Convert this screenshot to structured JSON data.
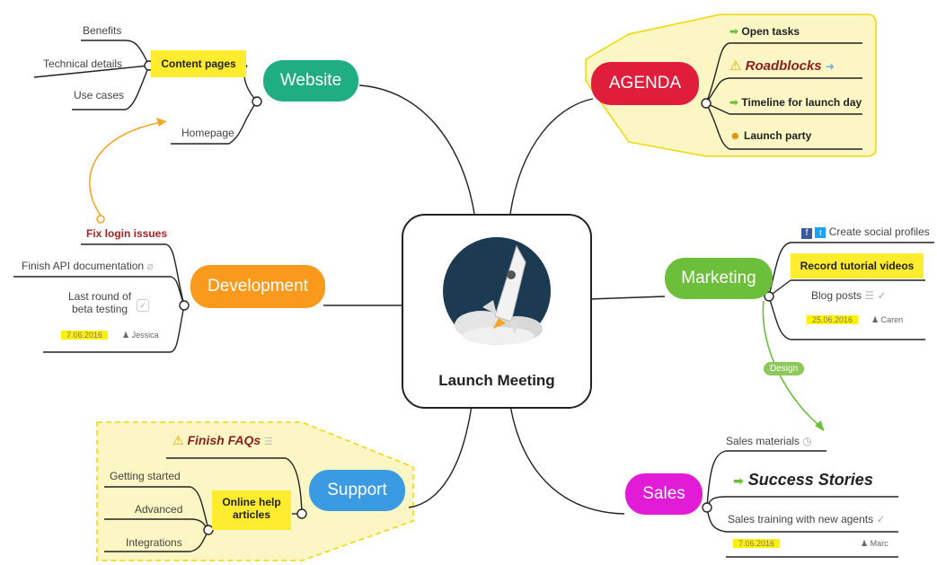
{
  "center": {
    "title": "Launch Meeting"
  },
  "website": {
    "label": "Website",
    "content_pages": "Content pages",
    "benefits": "Benefits",
    "technical": "Technical details",
    "use_cases": "Use cases",
    "homepage": "Homepage"
  },
  "agenda": {
    "label": "AGENDA",
    "open_tasks": "Open tasks",
    "roadblocks": "Roadblocks",
    "timeline": "Timeline for launch day",
    "party": "Launch party"
  },
  "development": {
    "label": "Development",
    "fix_login": "Fix login issues",
    "finish_api": "Finish API documentation",
    "last_round_1": "Last round of",
    "last_round_2": "beta testing",
    "date": "7.06.2016",
    "assignee": "Jessica"
  },
  "marketing": {
    "label": "Marketing",
    "social": "Create social profiles",
    "record": "Record tutorial videos",
    "blog": "Blog posts",
    "date": "25.06.2016",
    "assignee": "Caren",
    "design": "Design"
  },
  "support": {
    "label": "Support",
    "faqs": "Finish FAQs",
    "online_1": "Online help",
    "online_2": "articles",
    "getting_started": "Getting started",
    "advanced": "Advanced",
    "integrations": "Integrations"
  },
  "sales": {
    "label": "Sales",
    "materials": "Sales materials",
    "success": "Success Stories",
    "training": "Sales training with new agents",
    "date": "7.06.2016",
    "assignee": "Marc"
  },
  "colors": {
    "website": "#1fae7f",
    "agenda": "#e01e3c",
    "development": "#f99a1c",
    "marketing": "#6bbf3a",
    "support": "#3a9be3",
    "sales": "#e11bd6",
    "highlight": "#ffec2e",
    "callout": "#fbf6c4"
  }
}
